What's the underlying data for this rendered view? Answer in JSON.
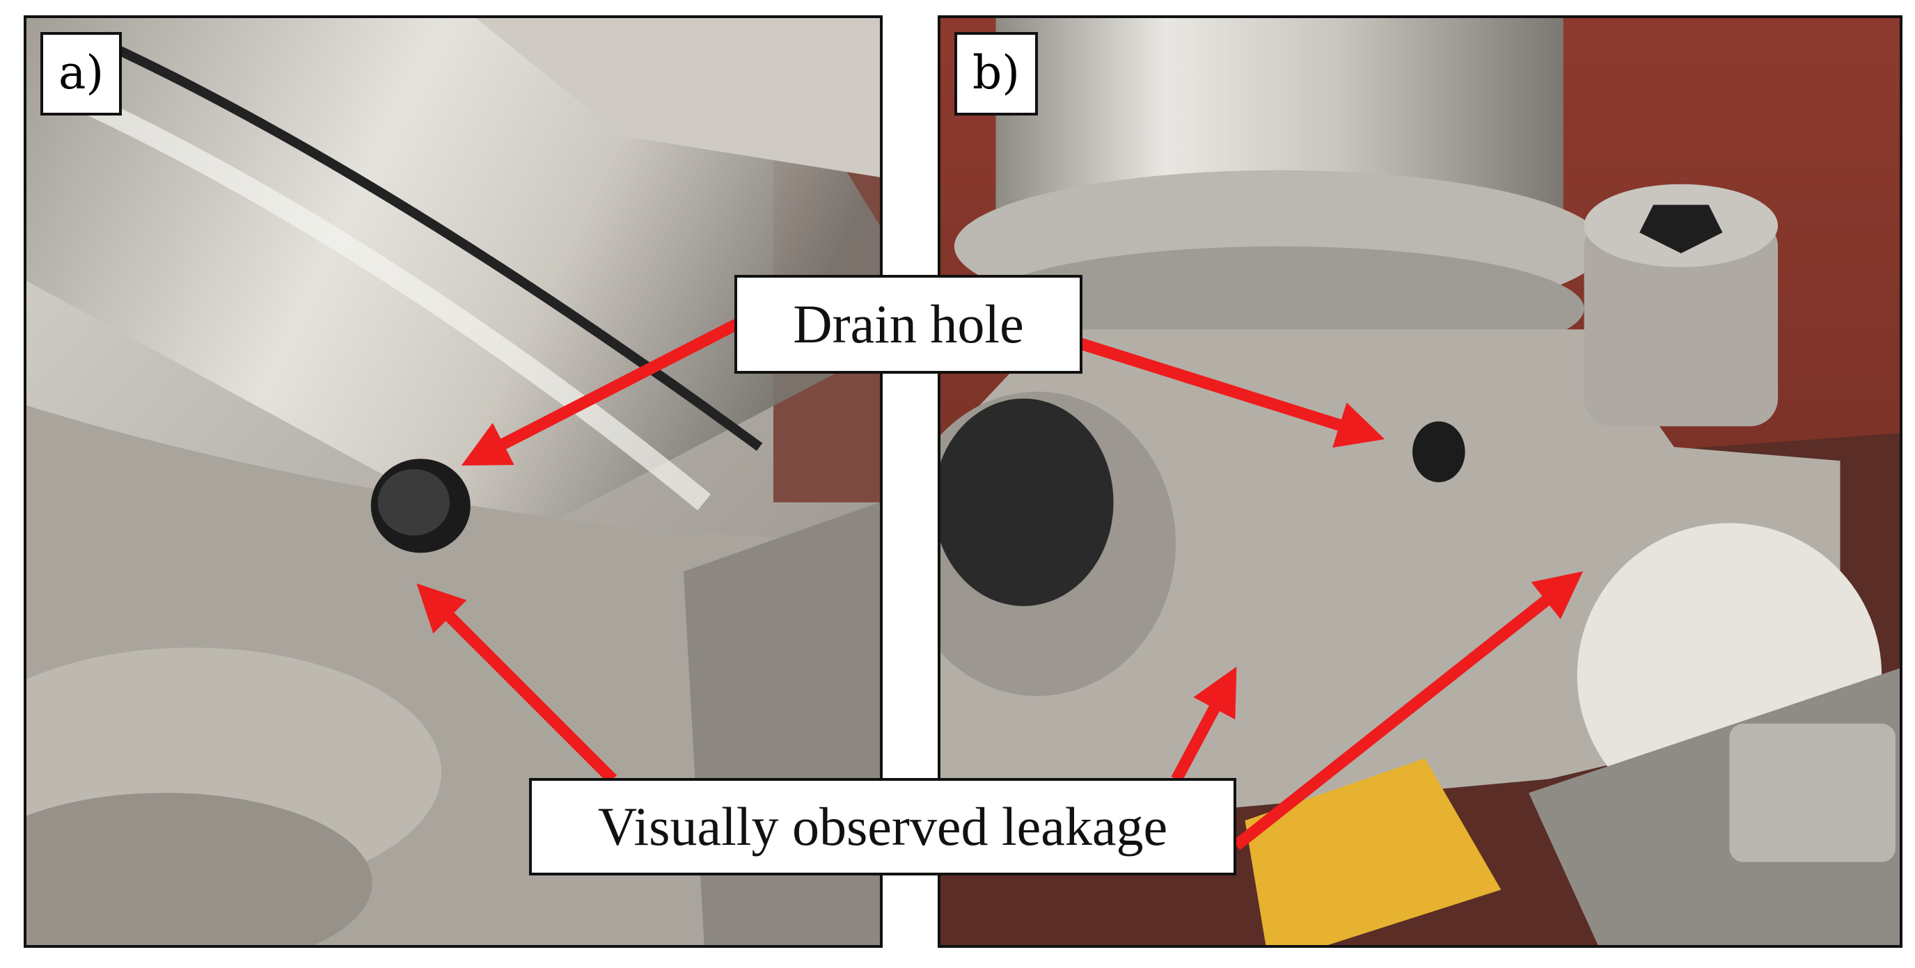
{
  "panels": [
    {
      "label": "a)"
    },
    {
      "label": "b)"
    }
  ],
  "callouts": {
    "drain_hole": "Drain hole",
    "leakage": "Visually observed leakage"
  },
  "colors": {
    "arrow": "#ee1c1c",
    "metal": "#b9b6ae",
    "background_red": "#8a3b30"
  }
}
